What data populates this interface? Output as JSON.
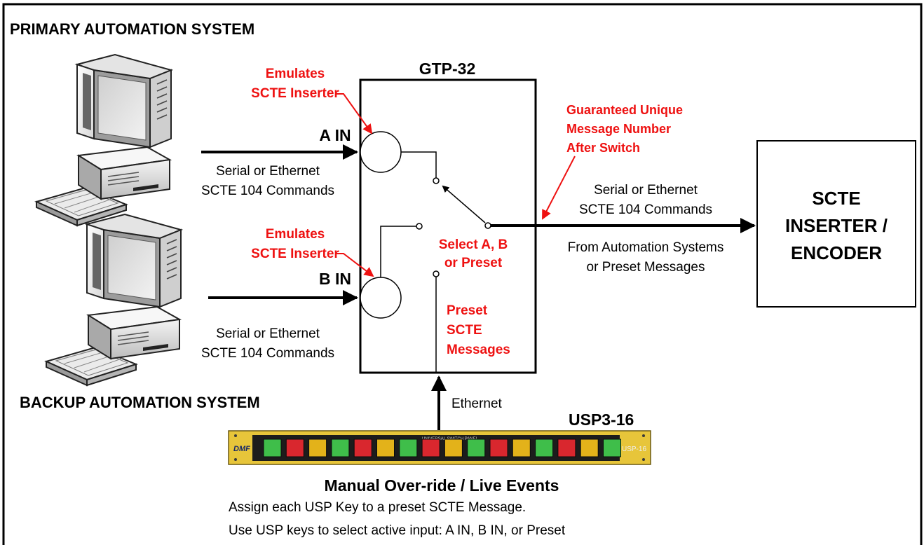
{
  "colors": {
    "annotation": "#ee1111",
    "text": "#000000",
    "key_green": "#3fbe4a",
    "key_red": "#d9272e",
    "key_yellow": "#e3b21a",
    "panel_frame": "#e7c53a",
    "panel_body": "#1c1c1c"
  },
  "frame": {
    "primary_label": "PRIMARY AUTOMATION SYSTEM",
    "backup_label": "BACKUP AUTOMATION SYSTEM"
  },
  "gtp": {
    "title": "GTP-32"
  },
  "inputs": {
    "a": {
      "label": "A IN",
      "link_line1": "Serial or Ethernet",
      "link_line2": "SCTE 104 Commands"
    },
    "b": {
      "label": "B IN",
      "link_line1": "Serial or Ethernet",
      "link_line2": "SCTE 104 Commands"
    }
  },
  "annotations": {
    "emulates_a": [
      "Emulates",
      "SCTE Inserter"
    ],
    "emulates_b": [
      "Emulates",
      "SCTE Inserter"
    ],
    "select": [
      "Select A, B",
      "or Preset"
    ],
    "preset": [
      "Preset",
      "SCTE",
      "Messages"
    ],
    "guaranteed": [
      "Guaranteed Unique",
      "Message Number",
      "After Switch"
    ]
  },
  "output": {
    "line1": "Serial or Ethernet",
    "line2": "SCTE 104 Commands",
    "line3": "From Automation Systems",
    "line4": "or Preset Messages"
  },
  "encoder": {
    "lines": [
      "SCTE",
      "INSERTER /",
      "ENCODER"
    ]
  },
  "ethernet_label": "Ethernet",
  "usp": {
    "title": "USP3-16",
    "brand": "DMF",
    "panel_caption": "UNIVERSAL SWITCH PANEL",
    "model_tag": "USP-16",
    "keys": [
      "green",
      "red",
      "yellow",
      "green",
      "red",
      "yellow",
      "green",
      "red",
      "yellow",
      "green",
      "red",
      "yellow",
      "green",
      "red",
      "yellow",
      "green"
    ]
  },
  "caption": {
    "title": "Manual Over-ride / Live Events",
    "line1": "Assign each USP Key to a preset SCTE Message.",
    "line2": "Use USP keys to select active input: A IN, B IN, or Preset"
  }
}
